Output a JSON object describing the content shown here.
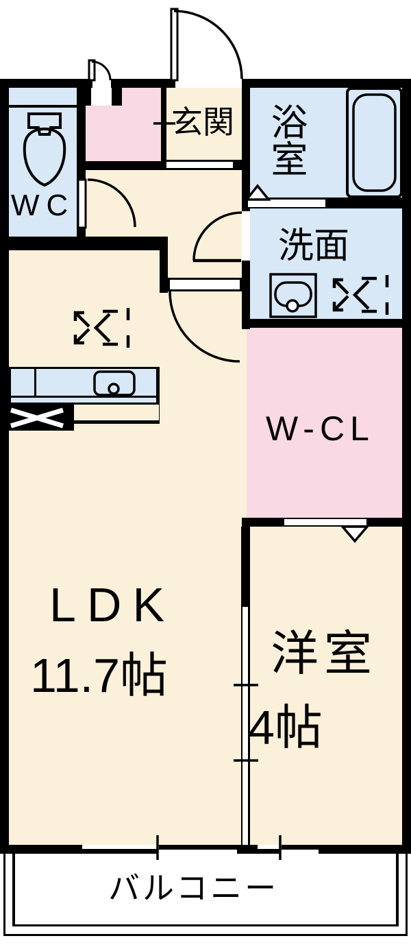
{
  "title": "apartment-floor-plan",
  "colors": {
    "cream": "#FBF1DB",
    "blue": "#D8E8F7",
    "pink": "#F9D9E3",
    "wall": "#000000"
  },
  "rooms": {
    "wc": {
      "label": "WC"
    },
    "entrance": {
      "label": "玄関"
    },
    "bathroom": {
      "label": "浴室"
    },
    "washroom": {
      "label": "洗面"
    },
    "closet": {
      "label": "W-CL"
    },
    "ldk": {
      "label": "LDK",
      "size": "11.7帖"
    },
    "western_room": {
      "label": "洋室",
      "size": "4帖"
    },
    "balcony": {
      "label": "バルコニー"
    }
  },
  "icons": {
    "toilet": "toilet-icon",
    "bathtub": "bathtub-icon",
    "washroom_sink": "sink-icon",
    "kitchen_sink": "kitchen-sink-icon",
    "stove": "stove-icon",
    "washer_space": "washer-space-icon",
    "fridge_space": "fridge-space-icon"
  }
}
